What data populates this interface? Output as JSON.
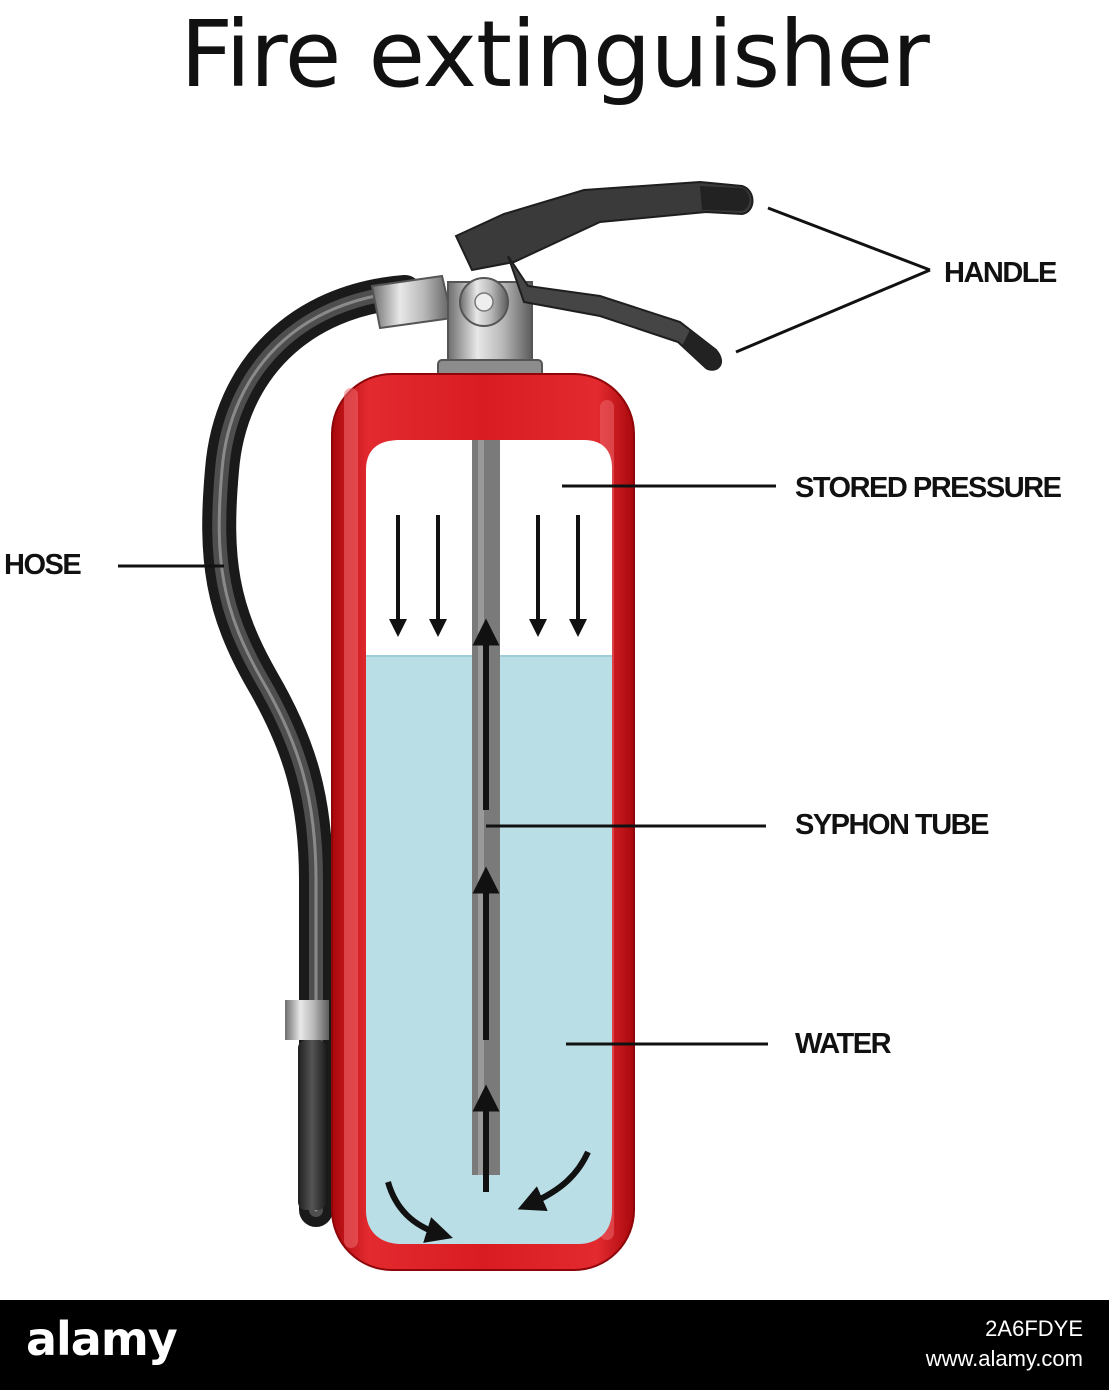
{
  "title": "Fire extinguisher",
  "labels": {
    "handle": "HANDLE",
    "stored_pressure": "STORED PRESSURE",
    "hose": "HOSE",
    "syphon_tube": "SYPHON TUBE",
    "water": "WATER"
  },
  "watermark": {
    "brand": "alamy",
    "image_id": "2A6FDYE",
    "url": "www.alamy.com"
  },
  "colors": {
    "cylinder_red": "#d91c22",
    "water_blue": "#b9dee6",
    "tube_gray": "#7a7a7a",
    "hose_dark": "#2f2f2f"
  }
}
